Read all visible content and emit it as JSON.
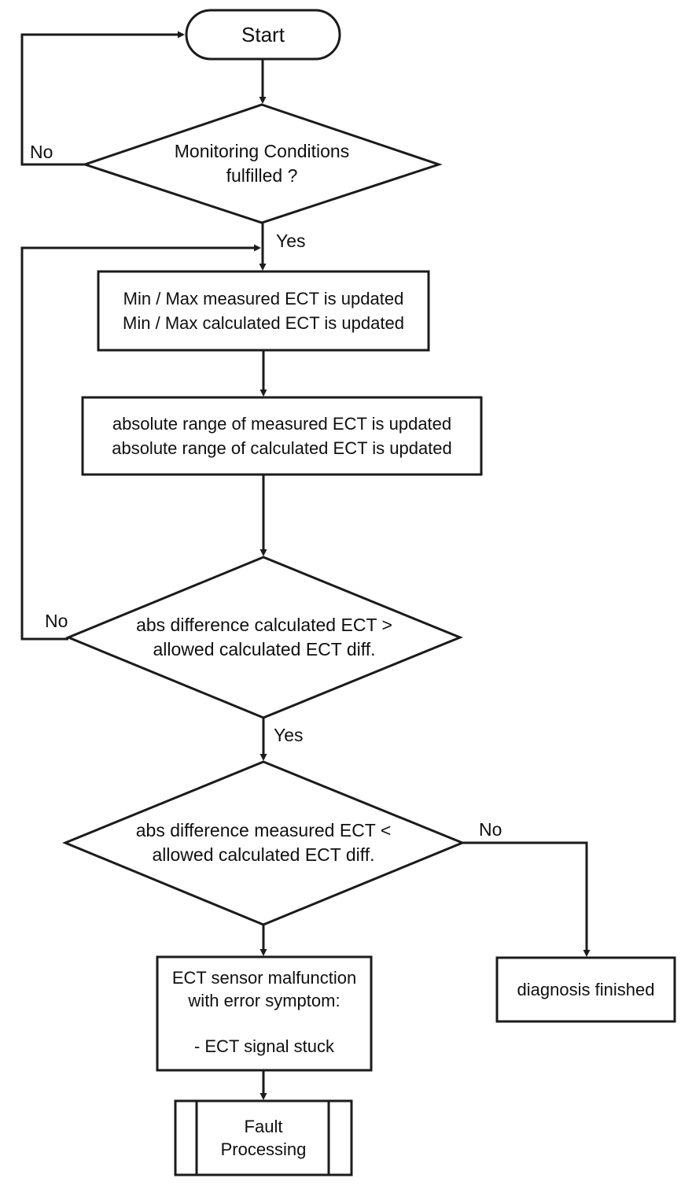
{
  "flowchart": {
    "nodes": {
      "start": {
        "label": "Start"
      },
      "decision_monitoring": {
        "label": "Monitoring Conditions\nfulfilled ?"
      },
      "process_minmax": {
        "label": "Min / Max measured ECT is updated\nMin / Max calculated ECT is updated"
      },
      "process_range": {
        "label": "absolute range of measured ECT is updated\nabsolute range of calculated ECT is updated"
      },
      "decision_calculated": {
        "label": "abs difference calculated ECT >\nallowed calculated ECT diff."
      },
      "decision_measured": {
        "label": "abs difference measured ECT <\nallowed calculated ECT diff."
      },
      "process_malfunction": {
        "label": "ECT sensor malfunction\nwith error symptom:\n\n- ECT signal stuck"
      },
      "process_fault": {
        "label": "Fault\nProcessing"
      },
      "terminal_diagnosis": {
        "label": "diagnosis finished"
      }
    },
    "edges": {
      "monitoring_no": {
        "label": "No"
      },
      "monitoring_yes": {
        "label": "Yes"
      },
      "calculated_no": {
        "label": "No"
      },
      "calculated_yes": {
        "label": "Yes"
      },
      "measured_no": {
        "label": "No"
      }
    },
    "colors": {
      "line": "#1b1b1b",
      "text": "#0f0f0f",
      "background": "#ffffff"
    }
  }
}
